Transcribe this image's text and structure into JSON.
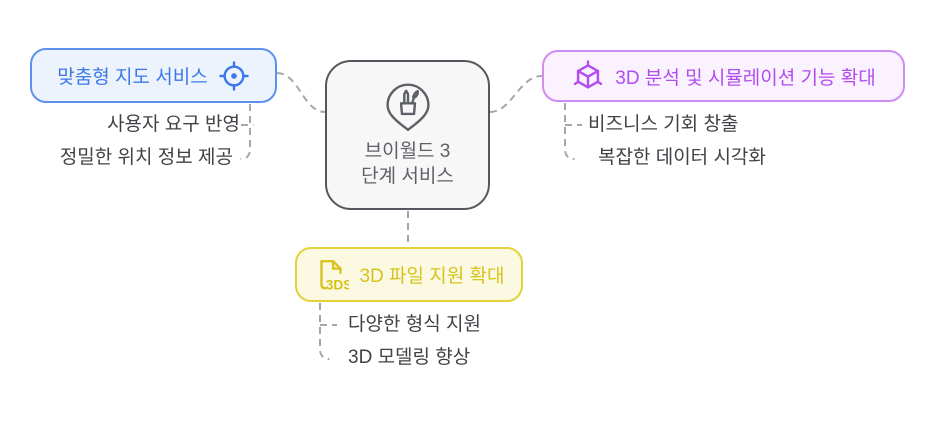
{
  "center_node": {
    "icon": "location-pin-design-tools-icon",
    "line1": "브이월드 3",
    "line2": "단계 서비스",
    "border_color": "#54585e",
    "background": "#f7f7f8",
    "text_color": "#5d6167"
  },
  "branches": [
    {
      "id": "custom-map-service",
      "label": "맞춤형 지도 서비스",
      "icon": "crosshair-locate-icon",
      "icon_position": "right",
      "text_color": "#3b78e8",
      "border_color": "#5e90ee",
      "background": "#edf3fd",
      "items": [
        "사용자 요구 반영",
        "정밀한 위치 정보 제공"
      ]
    },
    {
      "id": "3d-analysis-simulation",
      "label": "3D 분석 및 시뮬레이션 기능 확대",
      "icon": "cube-3d-icon",
      "icon_position": "left",
      "text_color": "#b14cf0",
      "border_color": "#d18bf2",
      "background": "#faf2fe",
      "items": [
        "비즈니스 기회 창출",
        "복잡한 데이터 시각화"
      ]
    },
    {
      "id": "3d-file-support",
      "label": "3D 파일 지원 확대",
      "icon": "3ds-file-icon",
      "icon_label": "3DS",
      "icon_position": "left",
      "text_color": "#d6c31d",
      "border_color": "#e3d23a",
      "background": "#fcf9e3",
      "items": [
        "다양한 형식 지원",
        "3D 모델링 향상"
      ]
    }
  ],
  "connector_color": "#a3a8ad",
  "item_text_color": "#3f4347"
}
